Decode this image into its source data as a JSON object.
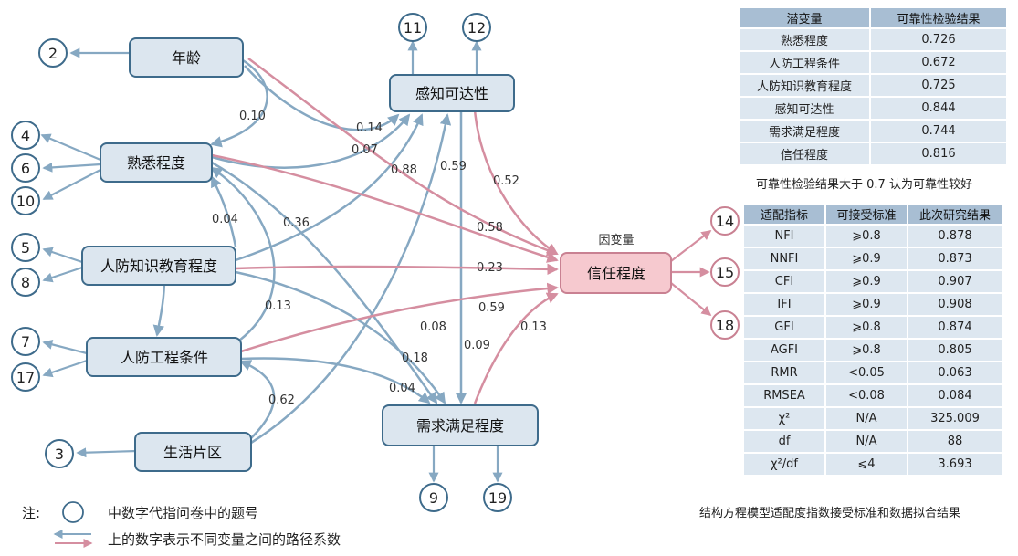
{
  "nodes": {
    "age": "年龄",
    "familiarity": "熟悉程度",
    "knowledge": "人防知识教育程度",
    "engineering": "人防工程条件",
    "district": "生活片区",
    "accessibility": "感知可达性",
    "demand": "需求满足程度",
    "trust": "信任程度",
    "dependent_label": "因变量"
  },
  "question_numbers": [
    "2",
    "4",
    "6",
    "10",
    "5",
    "8",
    "7",
    "17",
    "3",
    "11",
    "12",
    "9",
    "19",
    "14",
    "15",
    "18"
  ],
  "paths": {
    "age_fam": "0.10",
    "age_acc": "0.14",
    "fam_acc": "0.07",
    "know_acc": "0.88",
    "dist_acc": "0.59",
    "acc_trust": "0.52",
    "fam_trust": "0.58",
    "know_trust": "0.23",
    "eng_trust": "0.59",
    "dem_trust": "0.13",
    "know_fam": "0.04",
    "eng_fam": "0.36",
    "know_eng": "0.13",
    "dist_eng": "0.62",
    "fam_dem": "0.08",
    "know_dem": "0.18",
    "eng_dem": "0.04",
    "acc_dem": "0.09"
  },
  "reliability": {
    "headers": [
      "潜变量",
      "可靠性检验结果"
    ],
    "rows": [
      [
        "熟悉程度",
        "0.726"
      ],
      [
        "人防工程条件",
        "0.672"
      ],
      [
        "人防知识教育程度",
        "0.725"
      ],
      [
        "感知可达性",
        "0.844"
      ],
      [
        "需求满足程度",
        "0.744"
      ],
      [
        "信任程度",
        "0.816"
      ]
    ],
    "caption": "可靠性检验结果大于 0.7 认为可靠性较好"
  },
  "fit": {
    "headers": [
      "适配指标",
      "可接受标准",
      "此次研究结果"
    ],
    "rows": [
      [
        "NFI",
        "⩾0.8",
        "0.878"
      ],
      [
        "NNFI",
        "⩾0.9",
        "0.873"
      ],
      [
        "CFI",
        "⩾0.9",
        "0.907"
      ],
      [
        "IFI",
        "⩾0.9",
        "0.908"
      ],
      [
        "GFI",
        "⩾0.8",
        "0.874"
      ],
      [
        "AGFI",
        "⩾0.8",
        "0.805"
      ],
      [
        "RMR",
        "<0.05",
        "0.063"
      ],
      [
        "RMSEA",
        "<0.08",
        "0.084"
      ],
      [
        "χ²",
        "N/A",
        "325.009"
      ],
      [
        "df",
        "N/A",
        "88"
      ],
      [
        "χ²/df",
        "⩽4",
        "3.693"
      ]
    ],
    "caption": "结构方程模型适配度指数接受标准和数据拟合结果"
  },
  "legend": {
    "note_prefix": "注:",
    "circle_text": "中数字代指问卷中的题号",
    "arrow_text": "上的数字表示不同变量之间的路径系数"
  },
  "colors": {
    "blue_line": "#86a8c2",
    "blue_node_fill": "#dce6ef",
    "blue_node_stroke": "#3e6b8b",
    "pink_line": "#d58ea0",
    "pink_node_fill": "#f6c9cf",
    "pink_node_stroke": "#c98192"
  }
}
